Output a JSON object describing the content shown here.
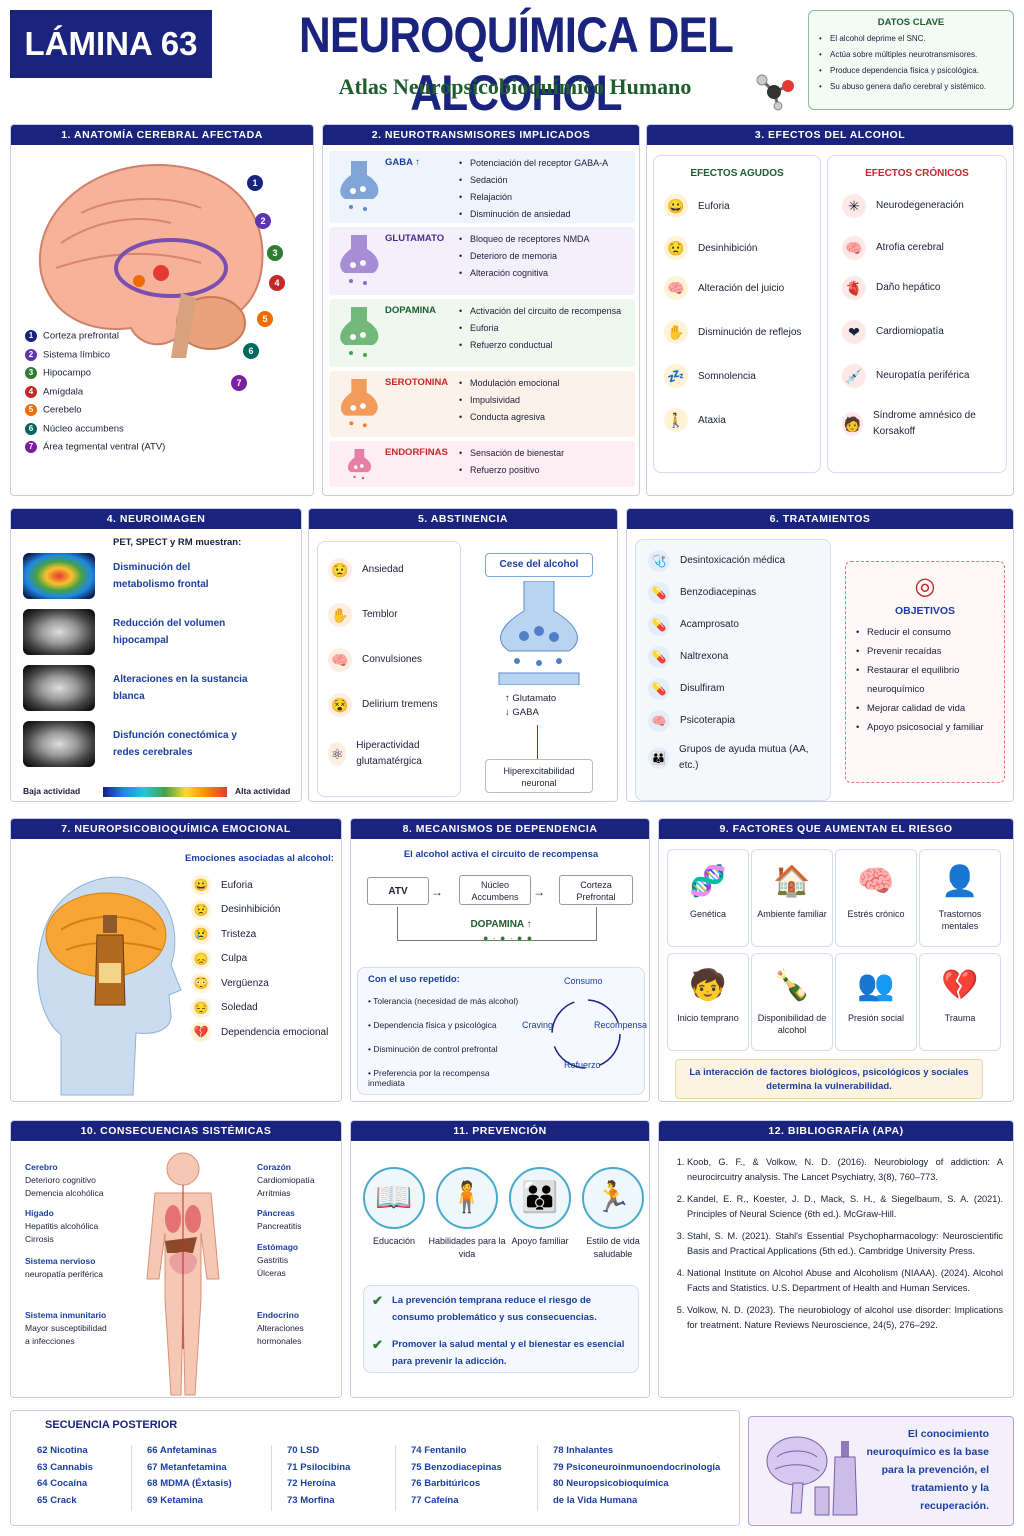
{
  "header": {
    "plate": "LÁMINA 63",
    "title": "NEUROQUÍMICA DEL ALCOHOL",
    "subtitle": "Atlas Neuropsicobioquímico Humano"
  },
  "key": {
    "title": "DATOS CLAVE",
    "items": [
      "El alcohol deprime el SNC.",
      "Actúa sobre múltiples neurotransmisores.",
      "Produce dependencia física y psicológica.",
      "Su abuso genera daño cerebral y sistémico."
    ]
  },
  "s1": {
    "title": "1. ANATOMÍA CEREBRAL AFECTADA",
    "items": [
      {
        "n": "1",
        "label": "Corteza prefrontal"
      },
      {
        "n": "2",
        "label": "Sistema límbico"
      },
      {
        "n": "3",
        "label": "Hipocampo"
      },
      {
        "n": "4",
        "label": "Amígdala"
      },
      {
        "n": "5",
        "label": "Cerebelo"
      },
      {
        "n": "6",
        "label": "Núcleo accumbens"
      },
      {
        "n": "7",
        "label": "Área tegmental ventral (ATV)"
      }
    ]
  },
  "s2": {
    "title": "2. NEUROTRANSMISORES IMPLICADOS",
    "nts": [
      {
        "name": "GABA ↑",
        "items": [
          "Potenciación del receptor GABA-A",
          "Sedación",
          "Relajación",
          "Disminución de ansiedad"
        ]
      },
      {
        "name": "GLUTAMATO",
        "items": [
          "Bloqueo de receptores NMDA",
          "Deterioro de memoria",
          "Alteración cognitiva"
        ]
      },
      {
        "name": "DOPAMINA",
        "items": [
          "Activación del circuito de recompensa",
          "Euforia",
          "Refuerzo conductual"
        ]
      },
      {
        "name": "SEROTONINA",
        "items": [
          "Modulación emocional",
          "Impulsividad",
          "Conducta agresiva"
        ]
      },
      {
        "name": "ENDORFINAS",
        "items": [
          "Sensación de bienestar",
          "Refuerzo positivo"
        ]
      }
    ]
  },
  "s3": {
    "title": "3. EFECTOS DEL ALCOHOL",
    "acute_title": "EFECTOS AGUDOS",
    "acute": [
      "Euforia",
      "Desinhibición",
      "Alteración del juicio",
      "Disminución de reflejos",
      "Somnolencia",
      "Ataxia"
    ],
    "chronic_title": "EFECTOS CRÓNICOS",
    "chronic": [
      "Neurodegeneración",
      "Atrofia cerebral",
      "Daño hepático",
      "Cardiomiopatía",
      "Neuropatía periférica",
      "Síndrome amnésico de Korsakoff"
    ]
  },
  "s4": {
    "title": "4. NEUROIMAGEN",
    "intro": "PET, SPECT y RM muestran:",
    "items": [
      "Disminución del metabolismo frontal",
      "Reducción del volumen hipocampal",
      "Alteraciones en la sustancia blanca",
      "Disfunción conectómica y redes cerebrales"
    ],
    "low": "Baja actividad",
    "high": "Alta actividad"
  },
  "s5": {
    "title": "5. ABSTINENCIA",
    "items": [
      "Ansiedad",
      "Temblor",
      "Convulsiones",
      "Delirium tremens",
      "Hiperactividad glutamatérgica"
    ],
    "cese": "Cese del alcohol",
    "glut": "↑ Glutamato",
    "gaba": "↓ GABA",
    "hyper": "Hiperexcitabilidad neuronal"
  },
  "s6": {
    "title": "6. TRATAMIENTOS",
    "items": [
      "Desintoxicación médica",
      "Benzodiacepinas",
      "Acamprosato",
      "Naltrexona",
      "Disulfiram",
      "Psicoterapia",
      "Grupos de ayuda mutua (AA, etc.)"
    ],
    "obj_title": "OBJETIVOS",
    "obj": [
      "Reducir el consumo",
      "Prevenir recaídas",
      "Restaurar el equilibrio neuroquímico",
      "Mejorar calidad de vida",
      "Apoyo psicosocial y familiar"
    ]
  },
  "s7": {
    "title": "7. NEUROPSICOBIOQUÍMICA EMOCIONAL",
    "heading": "Emociones asociadas al alcohol:",
    "items": [
      "Euforia",
      "Desinhibición",
      "Tristeza",
      "Culpa",
      "Vergüenza",
      "Soledad",
      "Dependencia emocional"
    ]
  },
  "s8": {
    "title": "8. MECANISMOS DE DEPENDENCIA",
    "heading": "El alcohol activa el circuito de recompensa",
    "atv": "ATV",
    "nac": "Núcleo Accumbens",
    "cpf": "Corteza Prefrontal",
    "dop": "DOPAMINA ↑",
    "rep_title": "Con el uso repetido:",
    "rep": [
      "Tolerancia (necesidad de más alcohol)",
      "Dependencia física y psicológica",
      "Disminución de control prefrontal",
      "Preferencia por la recompensa inmediata"
    ],
    "cycle": [
      "Consumo",
      "Recompensa",
      "Refuerzo",
      "Craving"
    ]
  },
  "s9": {
    "title": "9. FACTORES QUE AUMENTAN EL RIESGO",
    "items": [
      "Genética",
      "Ambiente familiar",
      "Estrés crónico",
      "Trastornos mentales",
      "Inicio temprano",
      "Disponibilidad de alcohol",
      "Presión social",
      "Trauma"
    ],
    "note": "La interacción de factores biológicos, psicológicos y sociales determina la vulnerabilidad."
  },
  "s10": {
    "title": "10. CONSECUENCIAS SISTÉMICAS",
    "left": [
      {
        "h": "Cerebro",
        "t": [
          "Deterioro cognitivo",
          "Demencia alcohólica"
        ]
      },
      {
        "h": "Hígado",
        "t": [
          "Hepatitis alcohólica",
          "Cirrosis"
        ]
      },
      {
        "h": "Sistema nervioso",
        "t": [
          "neuropatía periférica"
        ]
      },
      {
        "h": "Sistema inmunitario",
        "t": [
          "Mayor susceptibilidad",
          "a infecciones"
        ]
      }
    ],
    "right": [
      {
        "h": "Corazón",
        "t": [
          "Cardiomiopatía",
          "Arritmias"
        ]
      },
      {
        "h": "Páncreas",
        "t": [
          "Pancreatitis"
        ]
      },
      {
        "h": "Estómago",
        "t": [
          "Gastritis",
          "Úlceras"
        ]
      },
      {
        "h": "Endocrino",
        "t": [
          "Alteraciones",
          "hormonales"
        ]
      }
    ]
  },
  "s11": {
    "title": "11. PREVENCIÓN",
    "items": [
      "Educación",
      "Habilidades para la vida",
      "Apoyo familiar",
      "Estilo de vida saludable"
    ],
    "notes": [
      "La prevención temprana reduce el riesgo de consumo problemático y sus consecuencias.",
      "Promover la salud mental y el bienestar es esencial para prevenir la adicción."
    ]
  },
  "s12": {
    "title": "12. BIBLIOGRAFÍA (APA)",
    "refs": [
      "Koob, G. F., & Volkow, N. D. (2016). Neurobiology of addiction: A neurocircuitry analysis. The Lancet Psychiatry, 3(8), 760–773.",
      "Kandel, E. R., Koester, J. D., Mack, S. H., & Siegelbaum, S. A. (2021). Principles of Neural Science (6th ed.). McGraw-Hill.",
      "Stahl, S. M. (2021). Stahl's Essential Psychopharmacology: Neuroscientific Basis and Practical Applications (5th ed.). Cambridge University Press.",
      "National Institute on Alcohol Abuse and Alcoholism (NIAAA). (2024). Alcohol Facts and Statistics. U.S. Department of Health and Human Services.",
      "Volkow, N. D. (2023). The neurobiology of alcohol use disorder: Implications for treatment. Nature Reviews Neuroscience, 24(5), 276–292."
    ]
  },
  "seq": {
    "title": "SECUENCIA POSTERIOR",
    "cols": [
      [
        "62 Nicotina",
        "63 Cannabis",
        "64 Cocaína",
        "65 Crack"
      ],
      [
        "66 Anfetaminas",
        "67 Metanfetamina",
        "68 MDMA (Éxtasis)",
        "69 Ketamina"
      ],
      [
        "70 LSD",
        "71 Psilocibina",
        "72 Heroína",
        "73 Morfina"
      ],
      [
        "74 Fentanilo",
        "75 Benzodiacepinas",
        "76 Barbitúricos",
        "77 Cafeína"
      ],
      [
        "78 Inhalantes",
        "79 Psiconeuroinmunoendocrinología",
        "80 Neuropsicobioquímica",
        "de la Vida Humana"
      ]
    ]
  },
  "closing": "El conocimiento neuroquímico es la base para la prevención, el tratamiento y la recuperación."
}
